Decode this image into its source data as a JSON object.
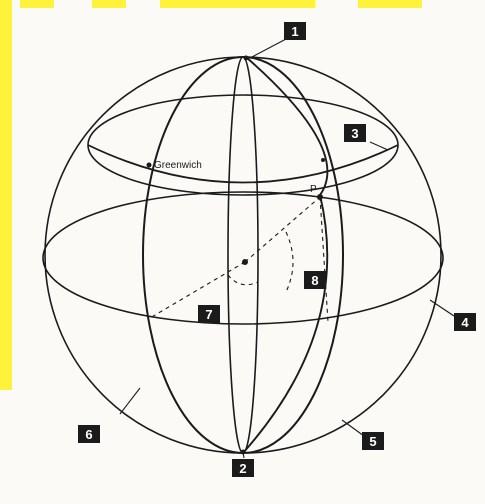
{
  "labels": {
    "greenwich": "Greenwich",
    "point_p": "P"
  },
  "callouts": [
    "1",
    "2",
    "3",
    "4",
    "5",
    "6",
    "7",
    "8"
  ],
  "colors": {
    "line": "#1b1b1b",
    "badge": "#1b1b1b",
    "accent_yellow": "#fff23a",
    "background": "#fbfaf6"
  }
}
